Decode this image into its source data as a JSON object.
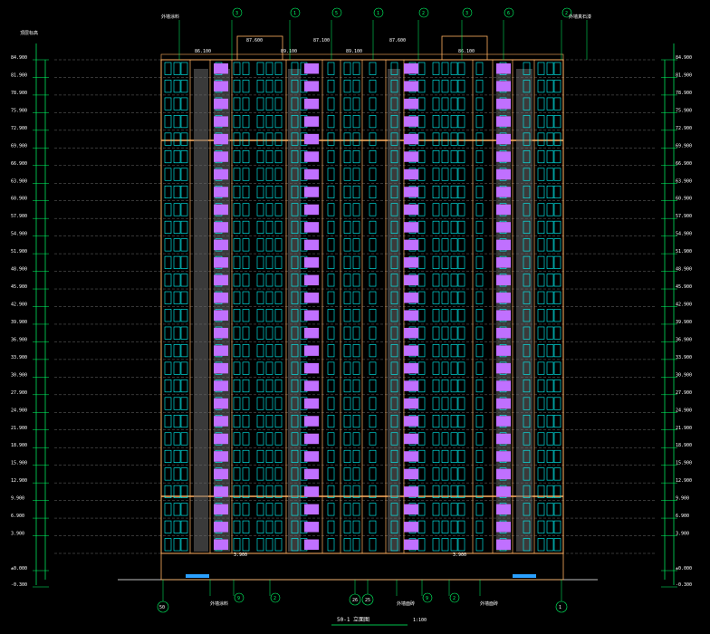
{
  "drawing": {
    "title": "50-1 立面图",
    "scale": "1:100",
    "top_left_note": "顶层标高"
  },
  "axes": {
    "left_axis": "50",
    "right_axis": "1",
    "center_left_axis": "26",
    "center_right_axis": "25"
  },
  "levels": {
    "left": [
      "84.900",
      "81.900",
      "78.900",
      "75.900",
      "72.900",
      "69.900",
      "66.900",
      "63.900",
      "60.900",
      "57.900",
      "54.900",
      "51.900",
      "48.900",
      "45.900",
      "42.900",
      "39.900",
      "36.900",
      "33.900",
      "30.900",
      "27.900",
      "24.900",
      "21.900",
      "18.900",
      "15.900",
      "12.900",
      "9.900",
      "6.900",
      "3.900",
      "±0.000",
      "-0.300"
    ],
    "right": [
      "84.900",
      "81.900",
      "78.900",
      "75.900",
      "72.900",
      "69.900",
      "66.900",
      "63.900",
      "60.900",
      "57.900",
      "54.900",
      "51.900",
      "48.900",
      "45.900",
      "42.900",
      "39.900",
      "36.900",
      "33.900",
      "30.900",
      "27.900",
      "24.900",
      "21.900",
      "18.900",
      "15.900",
      "12.900",
      "9.900",
      "6.900",
      "3.900",
      "±0.000",
      "-0.300"
    ]
  },
  "roof_levels": [
    "86.100",
    "87.600",
    "89.100",
    "87.100",
    "89.100",
    "87.600",
    "86.100"
  ],
  "ground_levels": [
    "3.900",
    "3.900"
  ],
  "top_callouts": [
    "外墙涂料",
    "3",
    "1",
    "5",
    "1",
    "2",
    "3",
    "6",
    "2",
    "外墙真石漆"
  ],
  "bottom_callouts": [
    "外墙涂料",
    "9",
    "2",
    "外墙面砖",
    "9",
    "2",
    "外墙面砖"
  ],
  "colors": {
    "background": "#000000",
    "outline": "#ffb060",
    "window": "#00ffff",
    "balcony": "#c070ff",
    "dimension": "#00ff66",
    "grid_line": "#888888"
  }
}
